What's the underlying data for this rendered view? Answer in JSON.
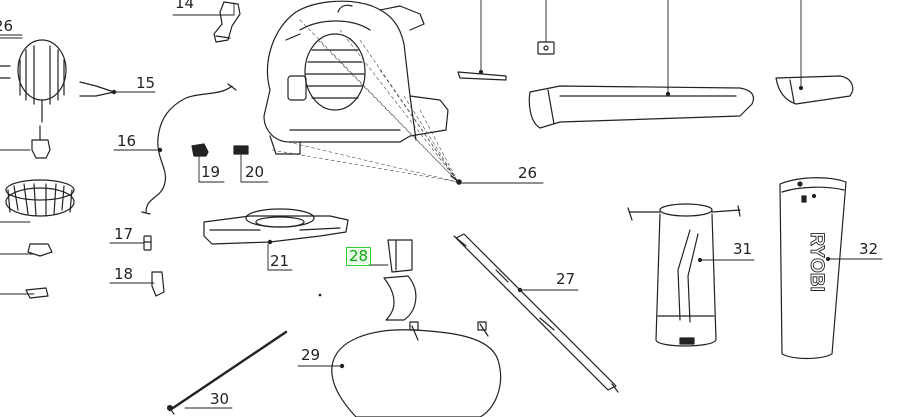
{
  "diagram": {
    "selected_part": "28",
    "callouts": {
      "c14": "14",
      "c15": "15",
      "c16": "16",
      "c17": "17",
      "c18": "18",
      "c19": "19",
      "c20": "20",
      "c21": "21",
      "c26a": "26",
      "c26b": "26",
      "c27": "27",
      "c28": "28",
      "c29": "29",
      "c30": "30",
      "c31": "31",
      "c32": "32"
    },
    "brand_logo_text": "RYOBI",
    "highlight_color": "#2ecc2e",
    "line_color": "#222222"
  }
}
